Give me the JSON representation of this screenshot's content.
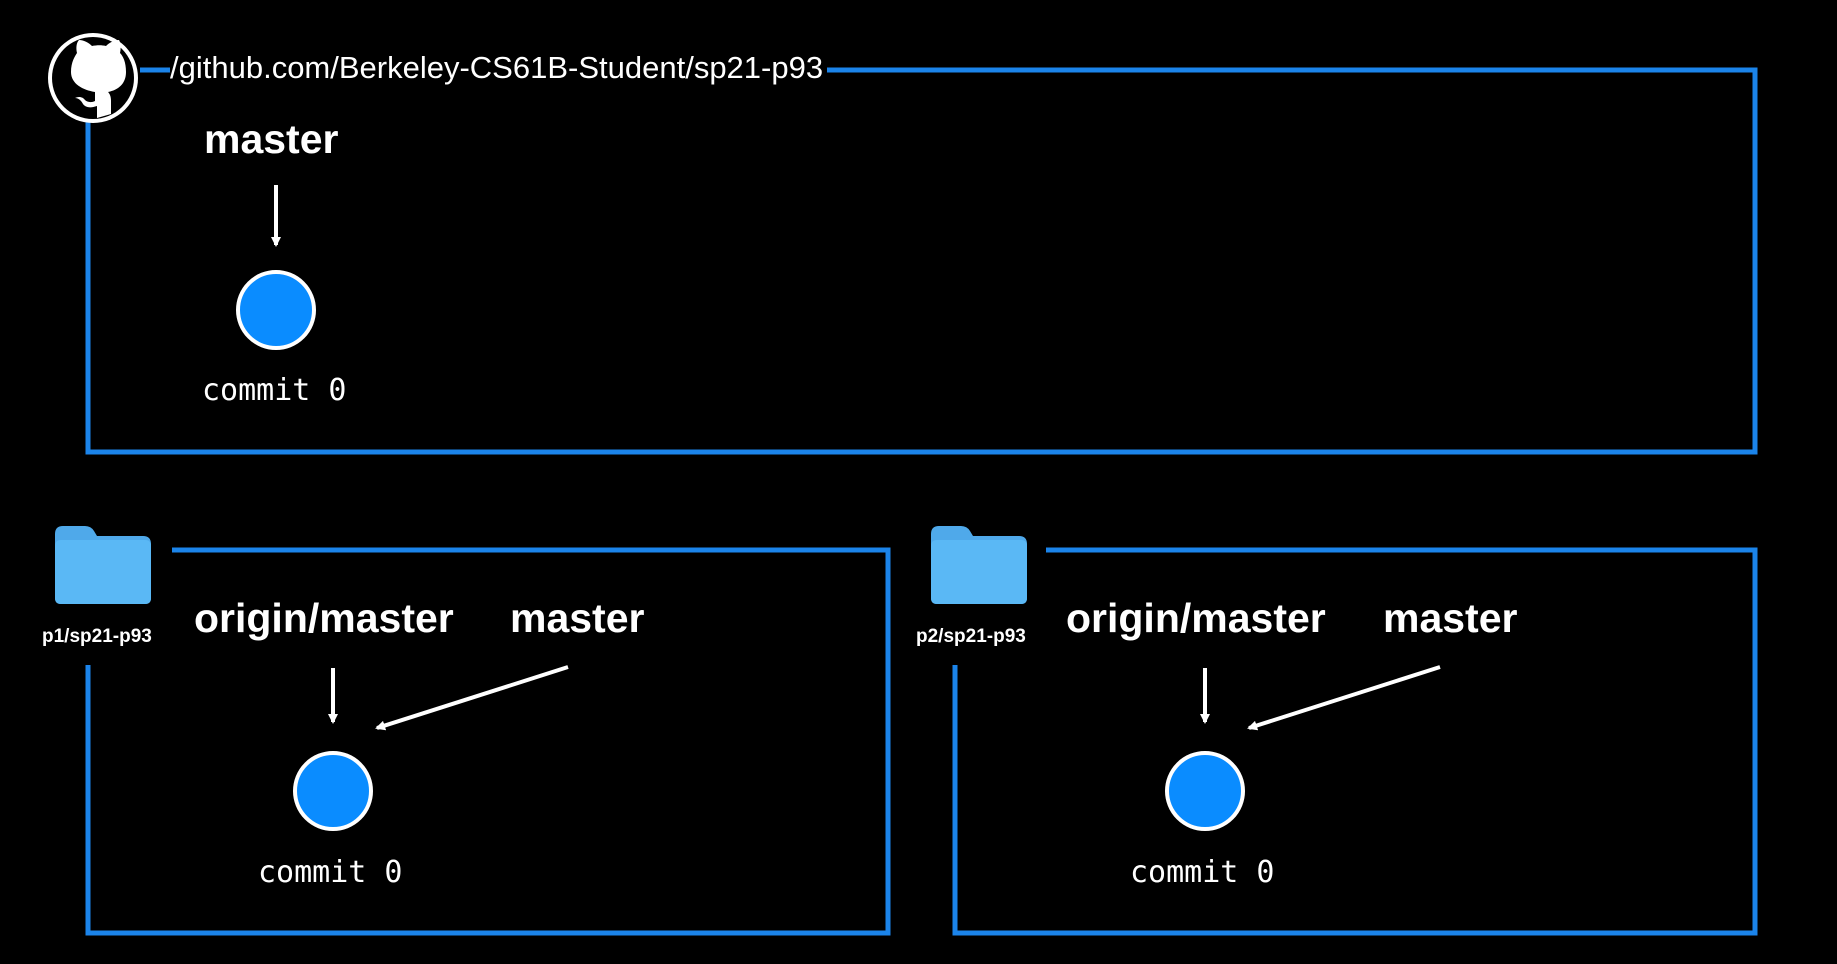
{
  "remote": {
    "url": "/github.com/Berkeley-CS61B-Student/sp21-p93",
    "icon": "github-icon",
    "branch_label": "master",
    "commit_label": "commit 0"
  },
  "local_repos": [
    {
      "folder_label": "p1/sp21-p93",
      "icon": "folder-icon",
      "tracking_label": "origin/master",
      "branch_label": "master",
      "commit_label": "commit 0"
    },
    {
      "folder_label": "p2/sp21-p93",
      "icon": "folder-icon",
      "tracking_label": "origin/master",
      "branch_label": "master",
      "commit_label": "commit 0"
    }
  ],
  "colors": {
    "background": "#000000",
    "box_stroke": "#1b84ea",
    "commit_fill": "#0a8cff",
    "commit_stroke": "#ffffff",
    "folder": "#5ab8f5",
    "text": "#ffffff"
  }
}
